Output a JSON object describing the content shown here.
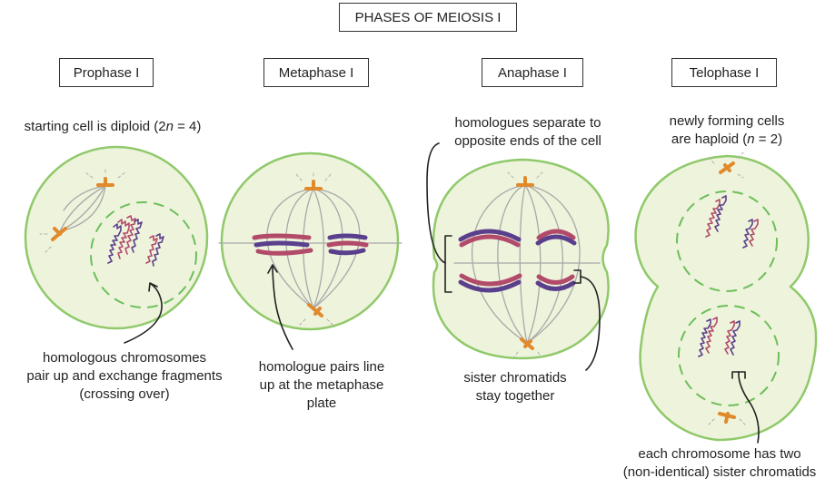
{
  "title": "PHASES OF MEIOSIS I",
  "phases": [
    {
      "name": "Prophase I"
    },
    {
      "name": "Metaphase I"
    },
    {
      "name": "Anaphase I"
    },
    {
      "name": "Telophase I"
    }
  ],
  "annotations": {
    "prophase_top_a": "starting cell is diploid (2",
    "prophase_top_n": "n",
    "prophase_top_b": " = 4)",
    "prophase_bottom": "homologous chromosomes\npair up and exchange fragments\n(crossing over)",
    "metaphase_bottom": "homologue pairs line\nup at the metaphase plate",
    "anaphase_top": "homologues separate to\nopposite ends of the cell",
    "anaphase_bottom": "sister chromatids\nstay together",
    "telophase_top_line1": "newly forming cells",
    "telophase_top_a": "are haploid (",
    "telophase_top_n": "n",
    "telophase_top_b": " = 2)",
    "telophase_bottom": "each chromosome has two\n(non-identical) sister chromatids"
  },
  "colors": {
    "cell_fill": "#eef3dc",
    "cell_border": "#8fc96a",
    "nucleus_dash": "#6cbf5a",
    "centrosome": "#e08a2c",
    "chromosome_red": "#b24a6a",
    "chromosome_purple": "#5a3f8c",
    "spindle": "#a8a8a8"
  }
}
